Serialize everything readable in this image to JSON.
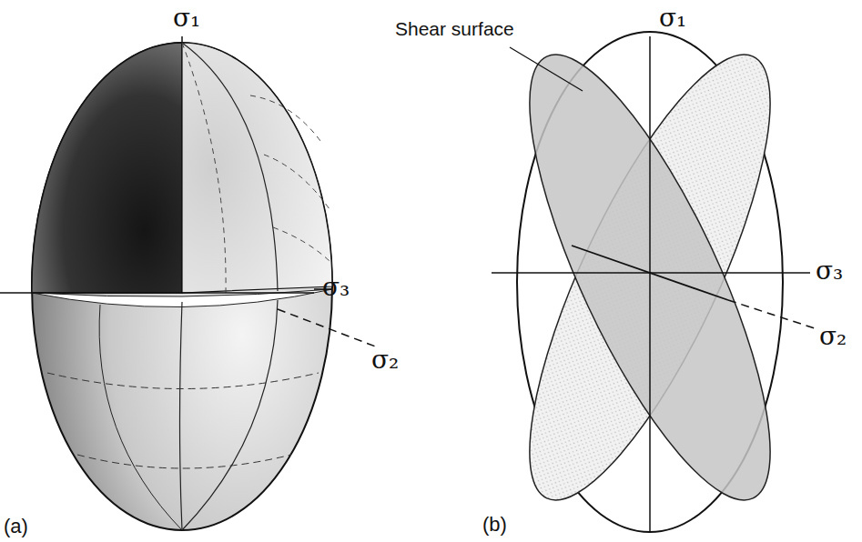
{
  "diagram": {
    "labels": [
      "σ₁",
      "σ₃",
      "σ₂",
      "(a)",
      "Shear surface",
      "σ₁",
      "σ₃",
      "σ₂",
      "(b)"
    ]
  }
}
